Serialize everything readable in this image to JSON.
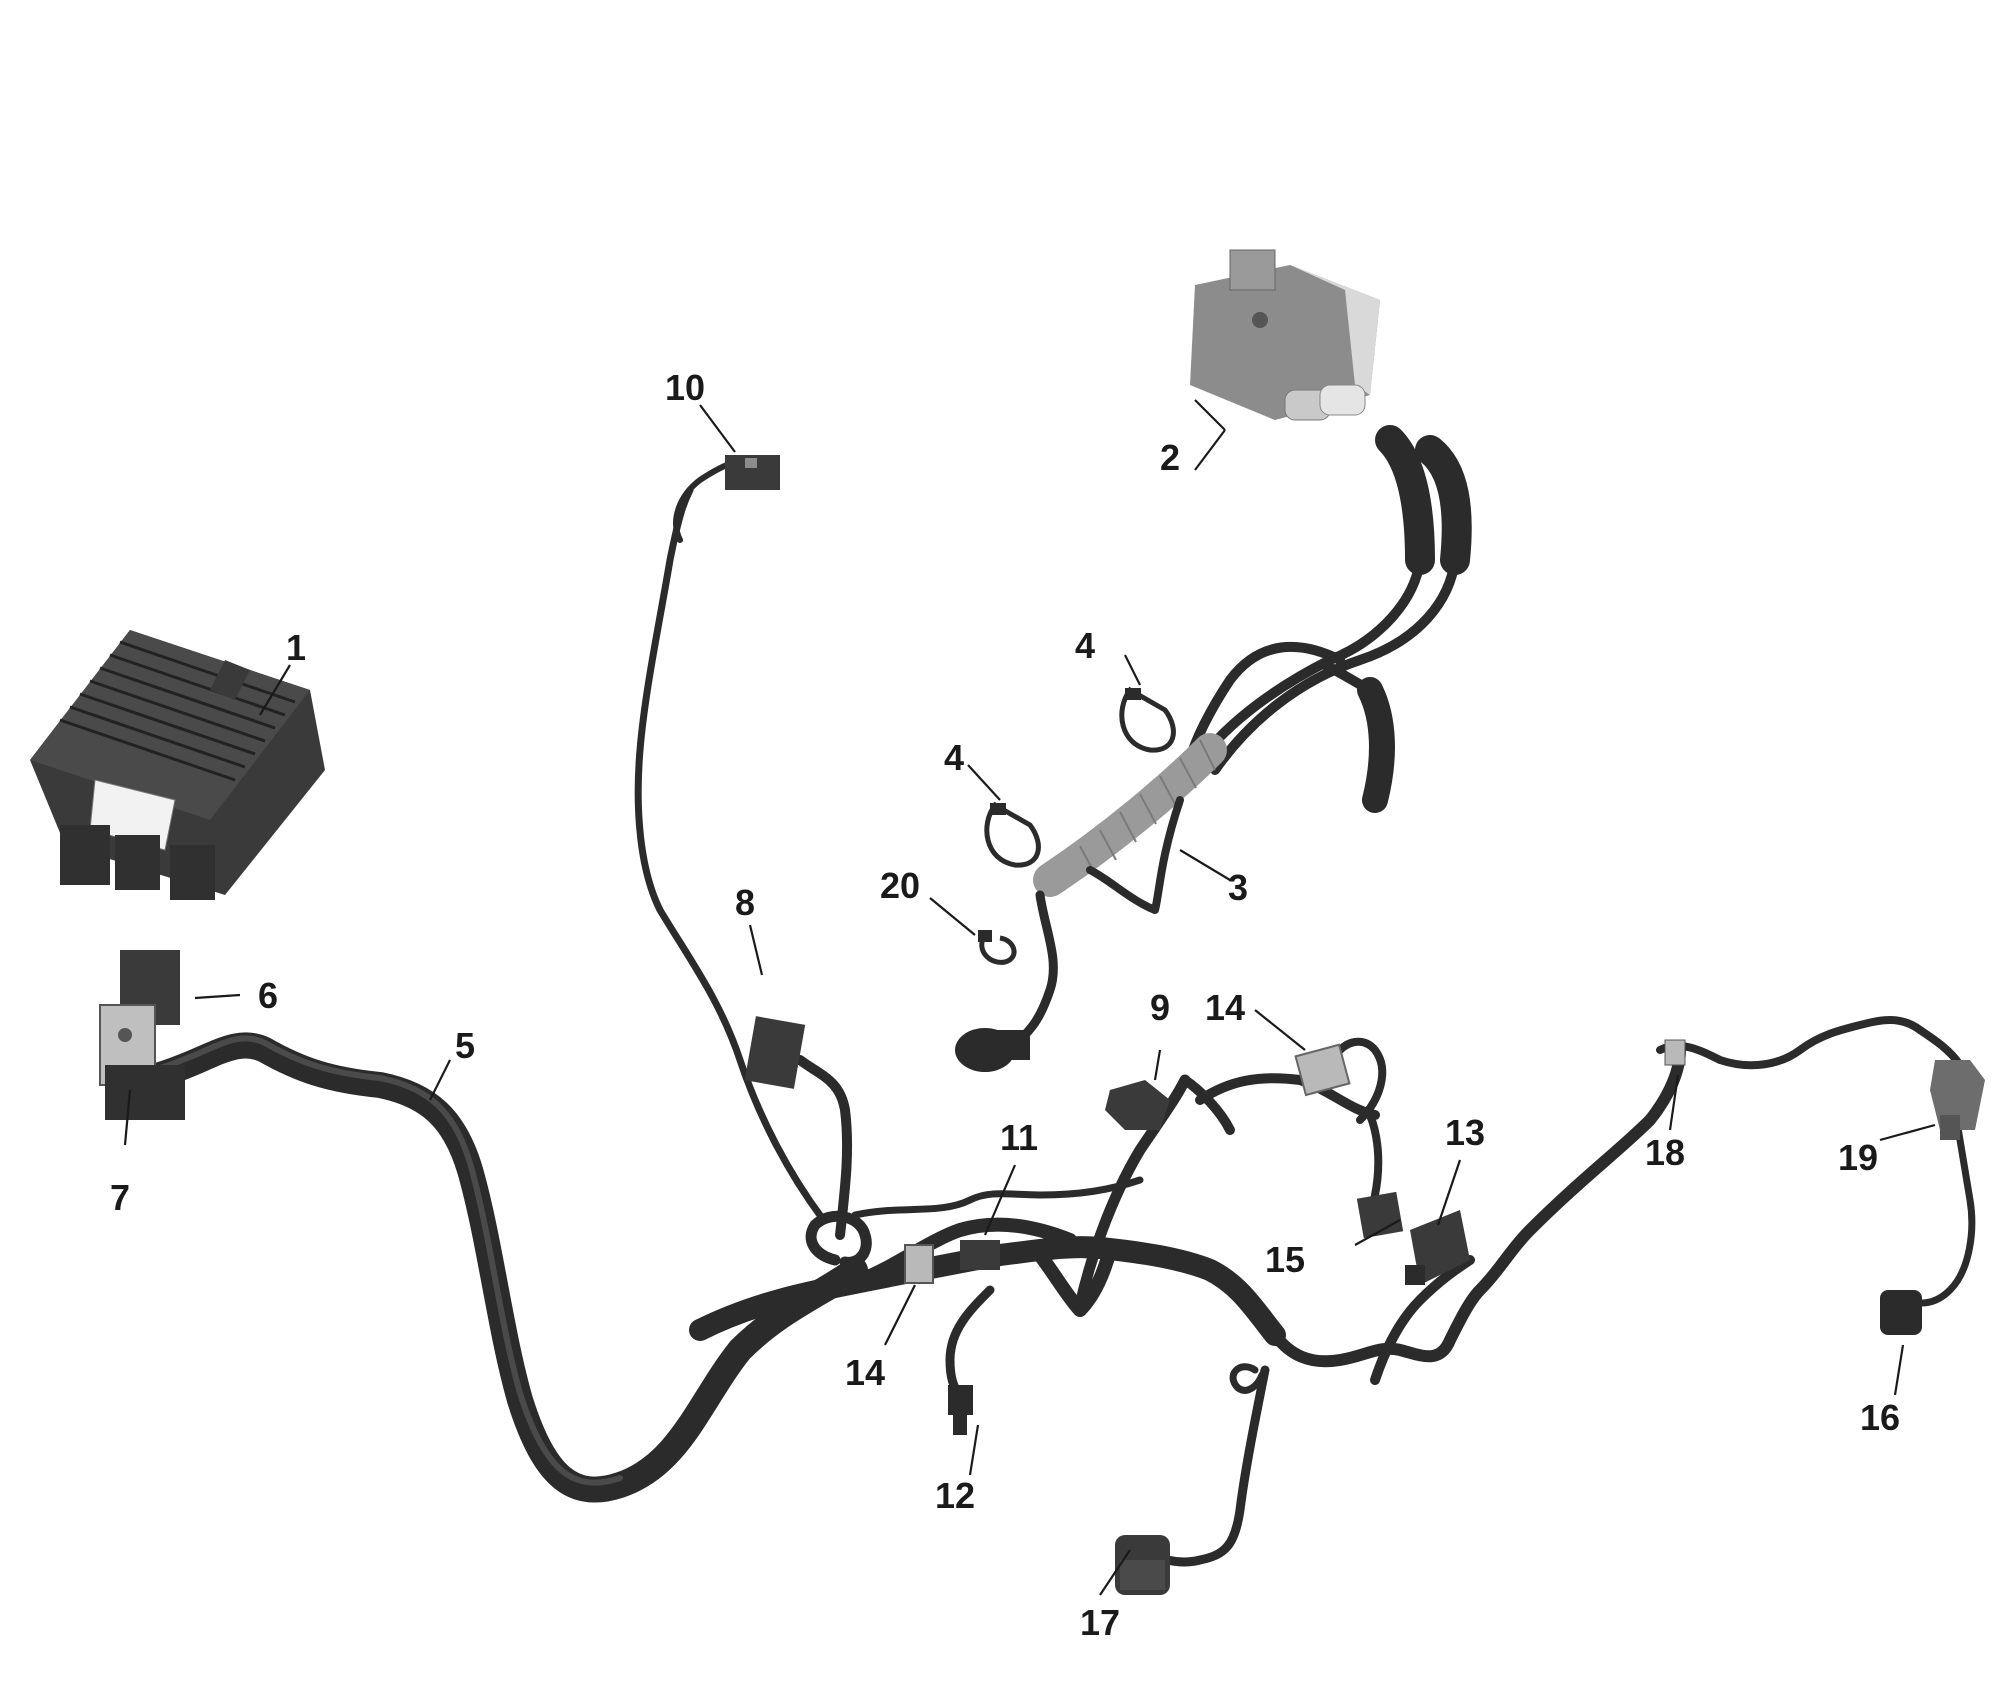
{
  "diagram": {
    "callouts": [
      {
        "id": "c1",
        "label": "1"
      },
      {
        "id": "c2",
        "label": "2"
      },
      {
        "id": "c3",
        "label": "3"
      },
      {
        "id": "c4a",
        "label": "4"
      },
      {
        "id": "c4b",
        "label": "4"
      },
      {
        "id": "c5",
        "label": "5"
      },
      {
        "id": "c6",
        "label": "6"
      },
      {
        "id": "c7",
        "label": "7"
      },
      {
        "id": "c8",
        "label": "8"
      },
      {
        "id": "c9",
        "label": "9"
      },
      {
        "id": "c10",
        "label": "10"
      },
      {
        "id": "c11",
        "label": "11"
      },
      {
        "id": "c12",
        "label": "12"
      },
      {
        "id": "c13",
        "label": "13"
      },
      {
        "id": "c14a",
        "label": "14"
      },
      {
        "id": "c14b",
        "label": "14"
      },
      {
        "id": "c15",
        "label": "15"
      },
      {
        "id": "c16",
        "label": "16"
      },
      {
        "id": "c17",
        "label": "17"
      },
      {
        "id": "c18",
        "label": "18"
      },
      {
        "id": "c19",
        "label": "19"
      },
      {
        "id": "c20",
        "label": "20"
      }
    ],
    "colors": {
      "harness": "#2b2b2b",
      "harness_highlight": "#4a4a4a",
      "module_body": "#3a3a3a",
      "module_light": "#8c8c8c",
      "sleeve": "#9a9a9a",
      "connector_light": "#b9b9b9",
      "label": "#1a1a1a"
    }
  }
}
